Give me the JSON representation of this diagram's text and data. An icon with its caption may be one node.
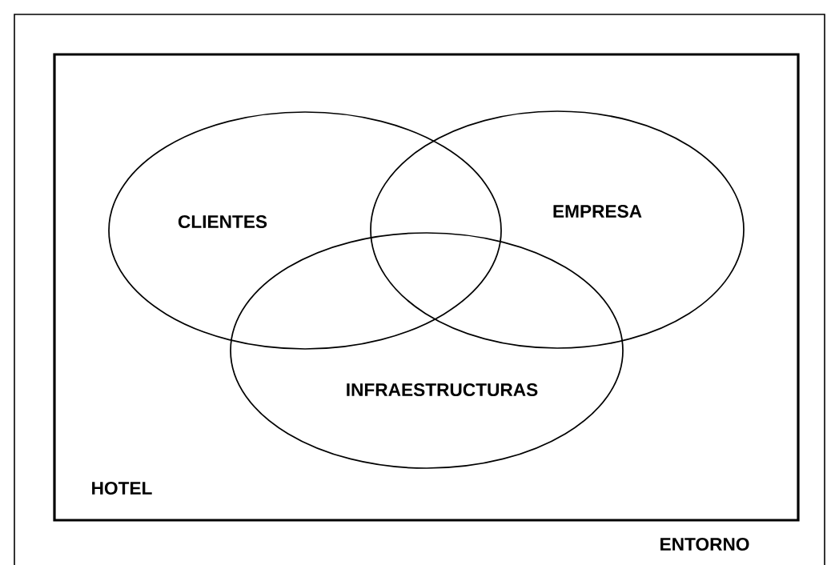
{
  "diagram": {
    "nodes": [
      {
        "text": [
          "ENTORNO"
        ]
      },
      {
        "text": [
          "HOTEL"
        ],
        "in": 0
      },
      {
        "text": [
          "CLIENTES"
        ],
        "in": 1
      },
      {
        "text": [
          "EMPRESA"
        ],
        "in": 1
      },
      {
        "text": [
          "INFRAESTRUCTURAS"
        ],
        "in": 1
      }
    ]
  }
}
